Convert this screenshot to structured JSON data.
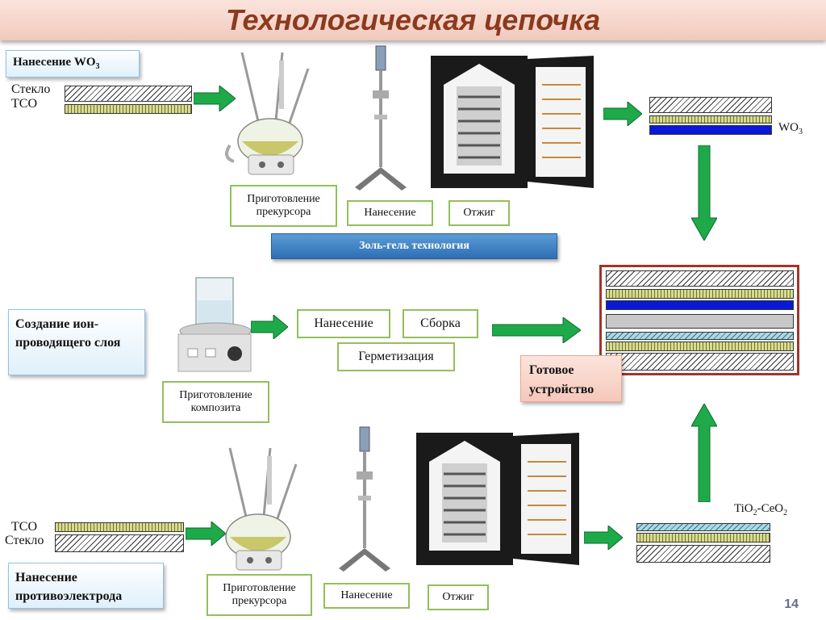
{
  "title": "Технологическая цепочка",
  "top": {
    "heading_main": "Нанесение WO",
    "heading_sub": "3",
    "glass_label": "Стекло",
    "tco_label": "TCO",
    "steps": [
      "Приготовление прекурсора",
      "Нанесение",
      "Отжиг"
    ],
    "solgel": "Золь-гель технология",
    "result_main": "WO",
    "result_sub": "3"
  },
  "middle": {
    "heading": "Создание ион-проводящего слоя",
    "prep": "Приготовление композита",
    "apply": "Нанесение",
    "assembly": "Сборка",
    "seal": "Герметизация",
    "device": "Готовое устройство"
  },
  "bottom": {
    "heading": "Нанесение противоэлектрода",
    "tco_label": "TCO",
    "glass_label": "Стекло",
    "steps": [
      "Приготовление прекурсора",
      "Нанесение",
      "Отжиг"
    ],
    "result_a": "TiO",
    "result_a_sub": "2",
    "result_b": "-CeO",
    "result_b_sub": "2"
  },
  "page_number": "14",
  "colors": {
    "title": "#8b3a1e",
    "arrow": "#1faa4a",
    "box_border": "#93bf5a",
    "wo3_layer": "#0a19d8",
    "device_frame": "#a3342a"
  },
  "icons": [
    "flask-icon",
    "dip-coater-icon",
    "furnace-icon",
    "magnetic-stirrer-icon",
    "arrow-right-icon",
    "arrow-down-icon",
    "arrow-up-icon"
  ]
}
